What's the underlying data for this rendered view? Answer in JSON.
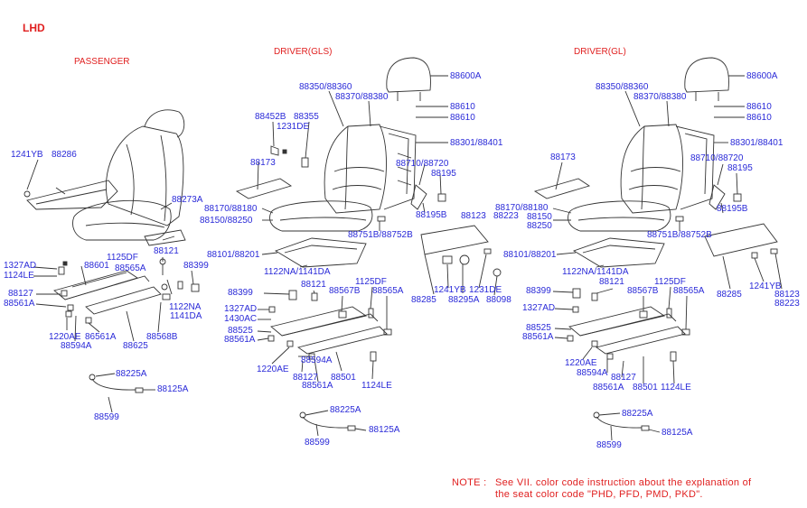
{
  "header": {
    "layout": "LHD"
  },
  "sections": [
    {
      "id": "passenger",
      "title": "PASSENGER"
    },
    {
      "id": "driver_gls",
      "title": "DRIVER(GLS)"
    },
    {
      "id": "driver_gl",
      "title": "DRIVER(GL)"
    }
  ],
  "labels": {
    "p_1241YB": "1241YB",
    "p_88286": "88286",
    "p_88273A": "88273A",
    "p_88121": "88121",
    "p_1125DF": "1125DF",
    "p_88565A": "88565A",
    "p_1327AD": "1327AD",
    "p_1124LE": "1124LE",
    "p_88601": "88601",
    "p_88399": "88399",
    "p_88127": "88127",
    "p_88561A": "88561A",
    "p_1122NA": "1122NA",
    "p_1141DA": "1141DA",
    "p_1220AE": "1220AE",
    "p_86561A": "86561A",
    "p_88568B": "88568B",
    "p_88594A": "88594A",
    "p_88625": "88625",
    "p_88225A": "88225A",
    "p_88125A": "88125A",
    "p_88599": "88599",
    "g_88600A": "88600A",
    "g_88350": "88350/88360",
    "g_88370": "88370/88380",
    "g_88610a": "88610",
    "g_88610b": "88610",
    "g_88452B": "88452B",
    "g_88355": "88355",
    "g_1231DE": "1231DE",
    "g_88301": "88301/88401",
    "g_88173": "88173",
    "g_88710": "88710/88720",
    "g_88195": "88195",
    "g_88170": "88170/88180",
    "g_88150": "88150/88250",
    "g_88195B": "88195B",
    "g_88751B": "88751B/88752B",
    "g_88123": "88123",
    "g_88223": "88223",
    "g_88101": "88101/88201",
    "g_1122NA": "1122NA/1141DA",
    "g_1125DF": "1125DF",
    "g_88285": "88285",
    "g_1241YB": "1241YB",
    "g_88295A": "88295A",
    "g_1231DE2": "1231DE",
    "g_88098": "88098",
    "g_88399": "88399",
    "g_88121": "88121",
    "g_88567B": "88567B",
    "g_88565A": "88565A",
    "g_1327AD": "1327AD",
    "g_1430AC": "1430AC",
    "g_88525": "88525",
    "g_88561A": "88561A",
    "g_88594A": "88594A",
    "g_1220AE": "1220AE",
    "g_88127": "88127",
    "g_88501": "88501",
    "g_1124LE": "1124LE",
    "g_88561A2": "88561A",
    "g_88225A": "88225A",
    "g_88599": "88599",
    "g_88125A": "88125A",
    "l_88600A": "88600A",
    "l_88350": "88350/88360",
    "l_88370": "88370/88380",
    "l_88610a": "88610",
    "l_88610b": "88610",
    "l_88301": "88301/88401",
    "l_88173": "88173",
    "l_88710": "88710/88720",
    "l_88195": "88195",
    "l_88170": "88170/88180",
    "l_88150": "88150",
    "l_88250": "88250",
    "l_88195B": "88195B",
    "l_88751B": "88751B/88752B",
    "l_88101": "88101/88201",
    "l_1122NA": "1122NA/1141DA",
    "l_1125DF": "1125DF",
    "l_88285": "88285",
    "l_1241YB": "1241YB",
    "l_88123": "88123",
    "l_88223": "88223",
    "l_88399": "88399",
    "l_88121": "88121",
    "l_88567B": "88567B",
    "l_88565A": "88565A",
    "l_1327AD": "1327AD",
    "l_88525": "88525",
    "l_88561A": "88561A",
    "l_1220AE": "1220AE",
    "l_88594A": "88594A",
    "l_88127": "88127",
    "l_88561A2": "88561A",
    "l_88501": "88501",
    "l_1124LE": "1124LE",
    "l_88225A": "88225A",
    "l_88599": "88599",
    "l_88125A": "88125A"
  },
  "note": {
    "prefix": "NOTE :",
    "line1": "See VII. color code instruction about the explanation of",
    "line2": "the seat color code \"PHD, PFD, PMD, PKD\"."
  }
}
